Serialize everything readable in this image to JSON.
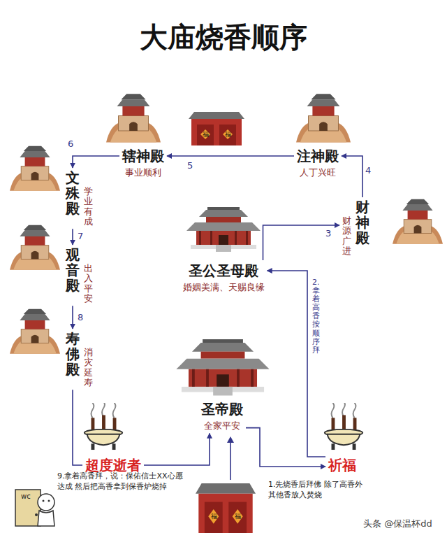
{
  "diagram": {
    "title": "大庙烧香顺序",
    "nodes": [
      {
        "text": [
          "辖神殿",
          "事业顺利"
        ]
      },
      {
        "text": [
          "注神殿",
          "人丁兴旺"
        ]
      },
      {
        "text": [
          "文殊殿",
          "学业有成"
        ]
      },
      {
        "text": [
          "财神殿",
          "财源广进"
        ]
      },
      {
        "text": [
          "圣公圣母殿",
          "婚姻美满、天赐良缘"
        ]
      },
      {
        "text": [
          "观音殿",
          "出入平安"
        ]
      },
      {
        "text": [
          "寿佛殿",
          "消灾延寿"
        ]
      },
      {
        "text": [
          "圣帝殿",
          "全家平安"
        ]
      },
      {
        "text": [
          "超度逝者"
        ]
      },
      {
        "text": [
          "祈福"
        ]
      }
    ],
    "edges": [
      {
        "from": 7,
        "to": 9,
        "arrow": "to"
      },
      {
        "from": 9,
        "to": 4,
        "arrow": "to"
      },
      {
        "from": 4,
        "to": 3,
        "arrow": "to"
      },
      {
        "from": 3,
        "to": 1,
        "arrow": "to"
      },
      {
        "from": 1,
        "to": 0,
        "arrow": "to"
      },
      {
        "from": 0,
        "to": 2,
        "arrow": "to"
      },
      {
        "from": 2,
        "to": 5,
        "arrow": "to"
      },
      {
        "from": 5,
        "to": 6,
        "arrow": "to"
      },
      {
        "from": 6,
        "to": 8,
        "arrow": "none"
      },
      {
        "from": 8,
        "to": 7,
        "arrow": "to"
      }
    ],
    "labels": [
      "1.先烧香后拜佛 除了高香外其他香放入焚烧",
      "2.拿着高香按顺序拜",
      "3",
      "4",
      "5",
      "6",
      "7",
      "8",
      "9.拿着高香拜，说：保佑信士XX心愿达成 然后把高香拿到保香炉烧掉",
      "wc",
      "福",
      "福",
      "福",
      "福",
      "头条 @保温杯dd"
    ]
  }
}
